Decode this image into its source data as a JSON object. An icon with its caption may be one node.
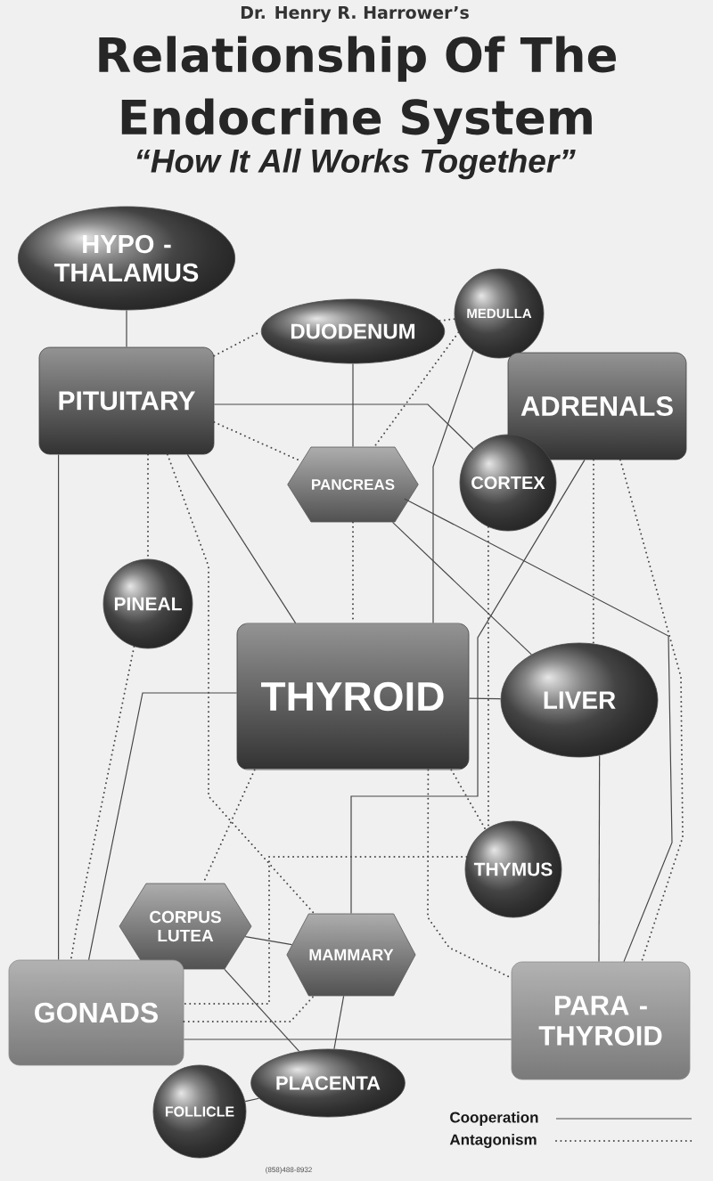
{
  "diagram": {
    "title": "Relationship Of The Endocrine System",
    "nodes": [
      {
        "text": [
          "HYPO - THALAMUS"
        ]
      },
      {
        "text": [
          "DUODENUM"
        ]
      },
      {
        "text": [
          "MEDULLA"
        ]
      },
      {
        "text": [
          "PITUITARY"
        ]
      },
      {
        "text": [
          "ADRENALS"
        ]
      },
      {
        "text": [
          "PANCREAS"
        ]
      },
      {
        "text": [
          "CORTEX"
        ]
      },
      {
        "text": [
          "PINEAL"
        ]
      },
      {
        "text": [
          "THYROID"
        ]
      },
      {
        "text": [
          "LIVER"
        ]
      },
      {
        "text": [
          "THYMUS"
        ]
      },
      {
        "text": [
          "CORPUS LUTEA"
        ]
      },
      {
        "text": [
          "MAMMARY"
        ]
      },
      {
        "text": [
          "GONADS"
        ]
      },
      {
        "text": [
          "PARA - THYROID"
        ]
      },
      {
        "text": [
          "FOLLICLE"
        ]
      },
      {
        "text": [
          "PLACENTA"
        ]
      }
    ],
    "edges": [
      {
        "from": 0,
        "to": 3,
        "arrow": "none"
      },
      {
        "from": 3,
        "to": 1,
        "arrow": "none",
        "style": "dashed"
      },
      {
        "from": 1,
        "to": 2,
        "arrow": "none",
        "style": "dashed"
      },
      {
        "from": 1,
        "to": 5,
        "arrow": "none"
      },
      {
        "from": 3,
        "to": 6,
        "arrow": "none"
      },
      {
        "from": 3,
        "to": 5,
        "arrow": "none",
        "style": "dashed"
      },
      {
        "from": 2,
        "to": 5,
        "arrow": "none",
        "style": "dashed"
      },
      {
        "from": 2,
        "to": 8,
        "arrow": "none"
      },
      {
        "from": 3,
        "to": 7,
        "arrow": "none",
        "style": "dashed"
      },
      {
        "from": 3,
        "to": 12,
        "arrow": "none",
        "style": "dashed"
      },
      {
        "from": 3,
        "to": 8,
        "arrow": "none"
      },
      {
        "from": 3,
        "to": 13,
        "arrow": "none"
      },
      {
        "from": 4,
        "to": 9,
        "arrow": "none",
        "style": "dashed"
      },
      {
        "from": 4,
        "to": 14,
        "arrow": "none",
        "style": "dashed"
      },
      {
        "from": 4,
        "to": 12,
        "arrow": "none"
      },
      {
        "from": 5,
        "to": 8,
        "arrow": "none",
        "style": "dashed"
      },
      {
        "from": 5,
        "to": 9,
        "arrow": "none"
      },
      {
        "from": 5,
        "to": 14,
        "arrow": "none"
      },
      {
        "from": 6,
        "to": 10,
        "arrow": "none",
        "style": "dashed"
      },
      {
        "from": 7,
        "to": 13,
        "arrow": "none",
        "style": "dashed"
      },
      {
        "from": 8,
        "to": 9,
        "arrow": "none"
      },
      {
        "from": 8,
        "to": 13,
        "arrow": "none"
      },
      {
        "from": 8,
        "to": 11,
        "arrow": "none",
        "style": "dashed"
      },
      {
        "from": 8,
        "to": 10,
        "arrow": "none",
        "style": "dashed"
      },
      {
        "from": 8,
        "to": 14,
        "arrow": "none",
        "style": "dashed"
      },
      {
        "from": 9,
        "to": 14,
        "arrow": "none"
      },
      {
        "from": 10,
        "to": 13,
        "arrow": "none",
        "style": "dashed"
      },
      {
        "from": 13,
        "to": 12,
        "arrow": "none",
        "style": "dashed"
      },
      {
        "from": 13,
        "to": 14,
        "arrow": "none"
      },
      {
        "from": 11,
        "to": 12,
        "arrow": "none"
      },
      {
        "from": 11,
        "to": 16,
        "arrow": "none"
      },
      {
        "from": 12,
        "to": 16,
        "arrow": "none"
      },
      {
        "from": 15,
        "to": 16,
        "arrow": "none"
      }
    ],
    "labels": [
      "Dr. Henry R. Harrower’s",
      "“How It All Works Together”",
      "(858)488-8932"
    ],
    "legend": [
      {
        "text": "Cooperation"
      },
      {
        "text": "Antagonism"
      }
    ]
  }
}
